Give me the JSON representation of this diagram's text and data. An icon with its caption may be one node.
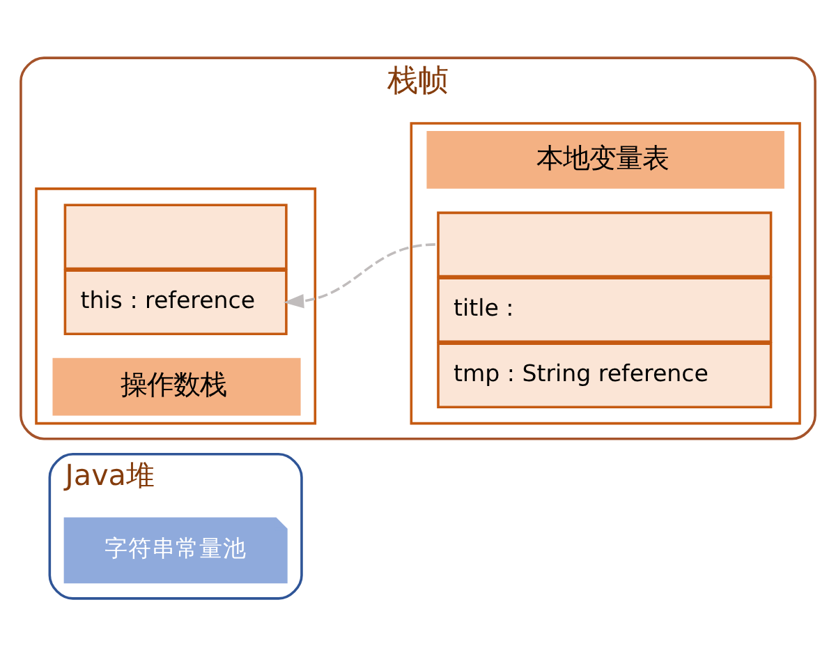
{
  "diagram": {
    "nodes": [
      {
        "text": [
          "栈帧"
        ]
      },
      {
        "text": [
          "操作数栈"
        ],
        "in": 0
      },
      {
        "text": [],
        "shape": "box",
        "in": 1
      },
      {
        "text": [
          "this : reference"
        ],
        "in": 1
      },
      {
        "text": [
          "本地变量表"
        ],
        "in": 0
      },
      {
        "text": [],
        "shape": "box",
        "in": 4
      },
      {
        "text": [
          "title :"
        ],
        "in": 4
      },
      {
        "text": [
          "tmp : String reference"
        ],
        "in": 4
      },
      {
        "text": [
          "Java堆"
        ]
      },
      {
        "text": [
          "字符串常量池"
        ],
        "in": 8
      }
    ],
    "edges": [
      {
        "from": 5,
        "to": 3,
        "arrow": "to",
        "style": "dashed",
        "color": "#c0bcbc"
      }
    ]
  }
}
